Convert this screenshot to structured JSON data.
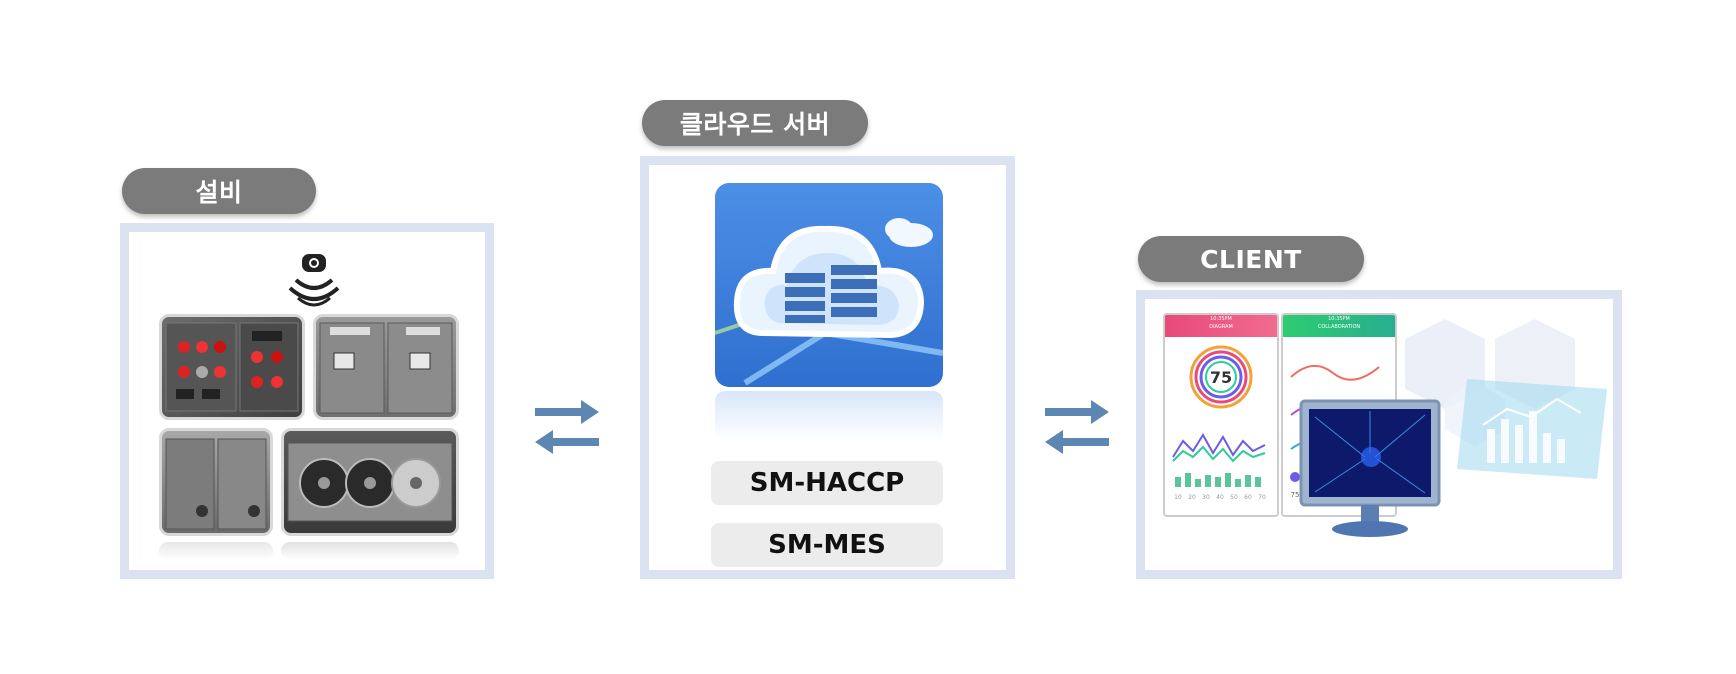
{
  "sections": {
    "equipment": {
      "title": "설비"
    },
    "cloud": {
      "title": "클라우드 서버",
      "products": [
        "SM-HACCP",
        "SM-MES"
      ]
    },
    "client": {
      "title": "CLIENT"
    }
  },
  "phone1": {
    "time": "10:35PM",
    "header": "DIAGRAM",
    "gauge_value": "75",
    "bar_axis": [
      "10",
      "20",
      "30",
      "40",
      "50",
      "60",
      "70"
    ]
  },
  "phone2": {
    "time": "10:35PM",
    "header": "COLLABORATION",
    "stat_value": "75"
  },
  "colors": {
    "pill": "#7b7b7b",
    "frame": "#dbe3f3",
    "arrow": "#5d87b3",
    "cloud_bg": "#3a7fd8"
  },
  "icons": [
    "wireless-sensor-icon",
    "exchange-arrows-icon",
    "cloud-server-icon",
    "monitor-icon"
  ]
}
